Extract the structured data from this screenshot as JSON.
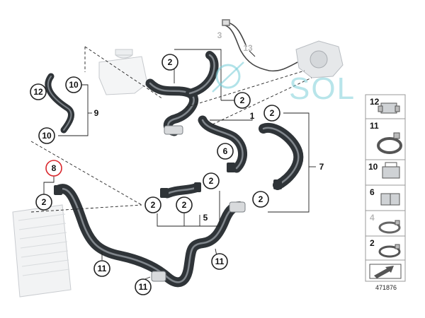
{
  "diagram": {
    "callouts": {
      "c1": "1",
      "c2a": "2",
      "c2b": "2",
      "c2c": "2",
      "c2d": "2",
      "c2e": "2",
      "c2f": "2",
      "c2g": "2",
      "c2h": "2",
      "c3": "3",
      "c5": "5",
      "c6": "6",
      "c7": "7",
      "c8": "8",
      "c9": "9",
      "c10a": "10",
      "c10b": "10",
      "c11a": "11",
      "c11b": "11",
      "c11c": "11",
      "c12": "12",
      "c13": "13"
    },
    "watermark": "SOL",
    "reference_number": "471876"
  },
  "legend": {
    "items": [
      {
        "label": "12",
        "icon": "clamp-12-icon"
      },
      {
        "label": "11",
        "icon": "hose-clamp-11-icon"
      },
      {
        "label": "10",
        "icon": "clip-10-icon"
      },
      {
        "label": "6",
        "icon": "clip-6-icon"
      },
      {
        "label": "4",
        "icon": "clamp-4-icon"
      },
      {
        "label": "2",
        "icon": "hose-clamp-2-icon"
      }
    ]
  },
  "colors": {
    "hose": "#3a3f44",
    "hose_highlight": "#8a9096",
    "line": "#222222",
    "watermark": "#7fd0da",
    "highlight_circle": "#d9262c",
    "faded_label": "#b8b8b8"
  }
}
